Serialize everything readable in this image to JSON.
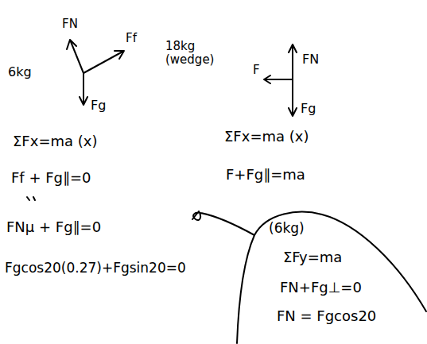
{
  "diagram": {
    "labels": [
      "FN",
      "Ff",
      "6kg",
      "Fg",
      "18kg (wedge)",
      "F",
      "FN",
      "Fg",
      "ΣFx=ma (x)",
      "Ff + Fg∥=0",
      "FNμ + Fg∥=0",
      "Fgcos20(0.27)+Fgsin20=0",
      "ΣFx=ma (x)",
      "F+Fg∥=ma",
      "(6kg)",
      "ΣFy=ma",
      "FN+Fg⊥=0",
      "FN = Fgcos20"
    ]
  }
}
